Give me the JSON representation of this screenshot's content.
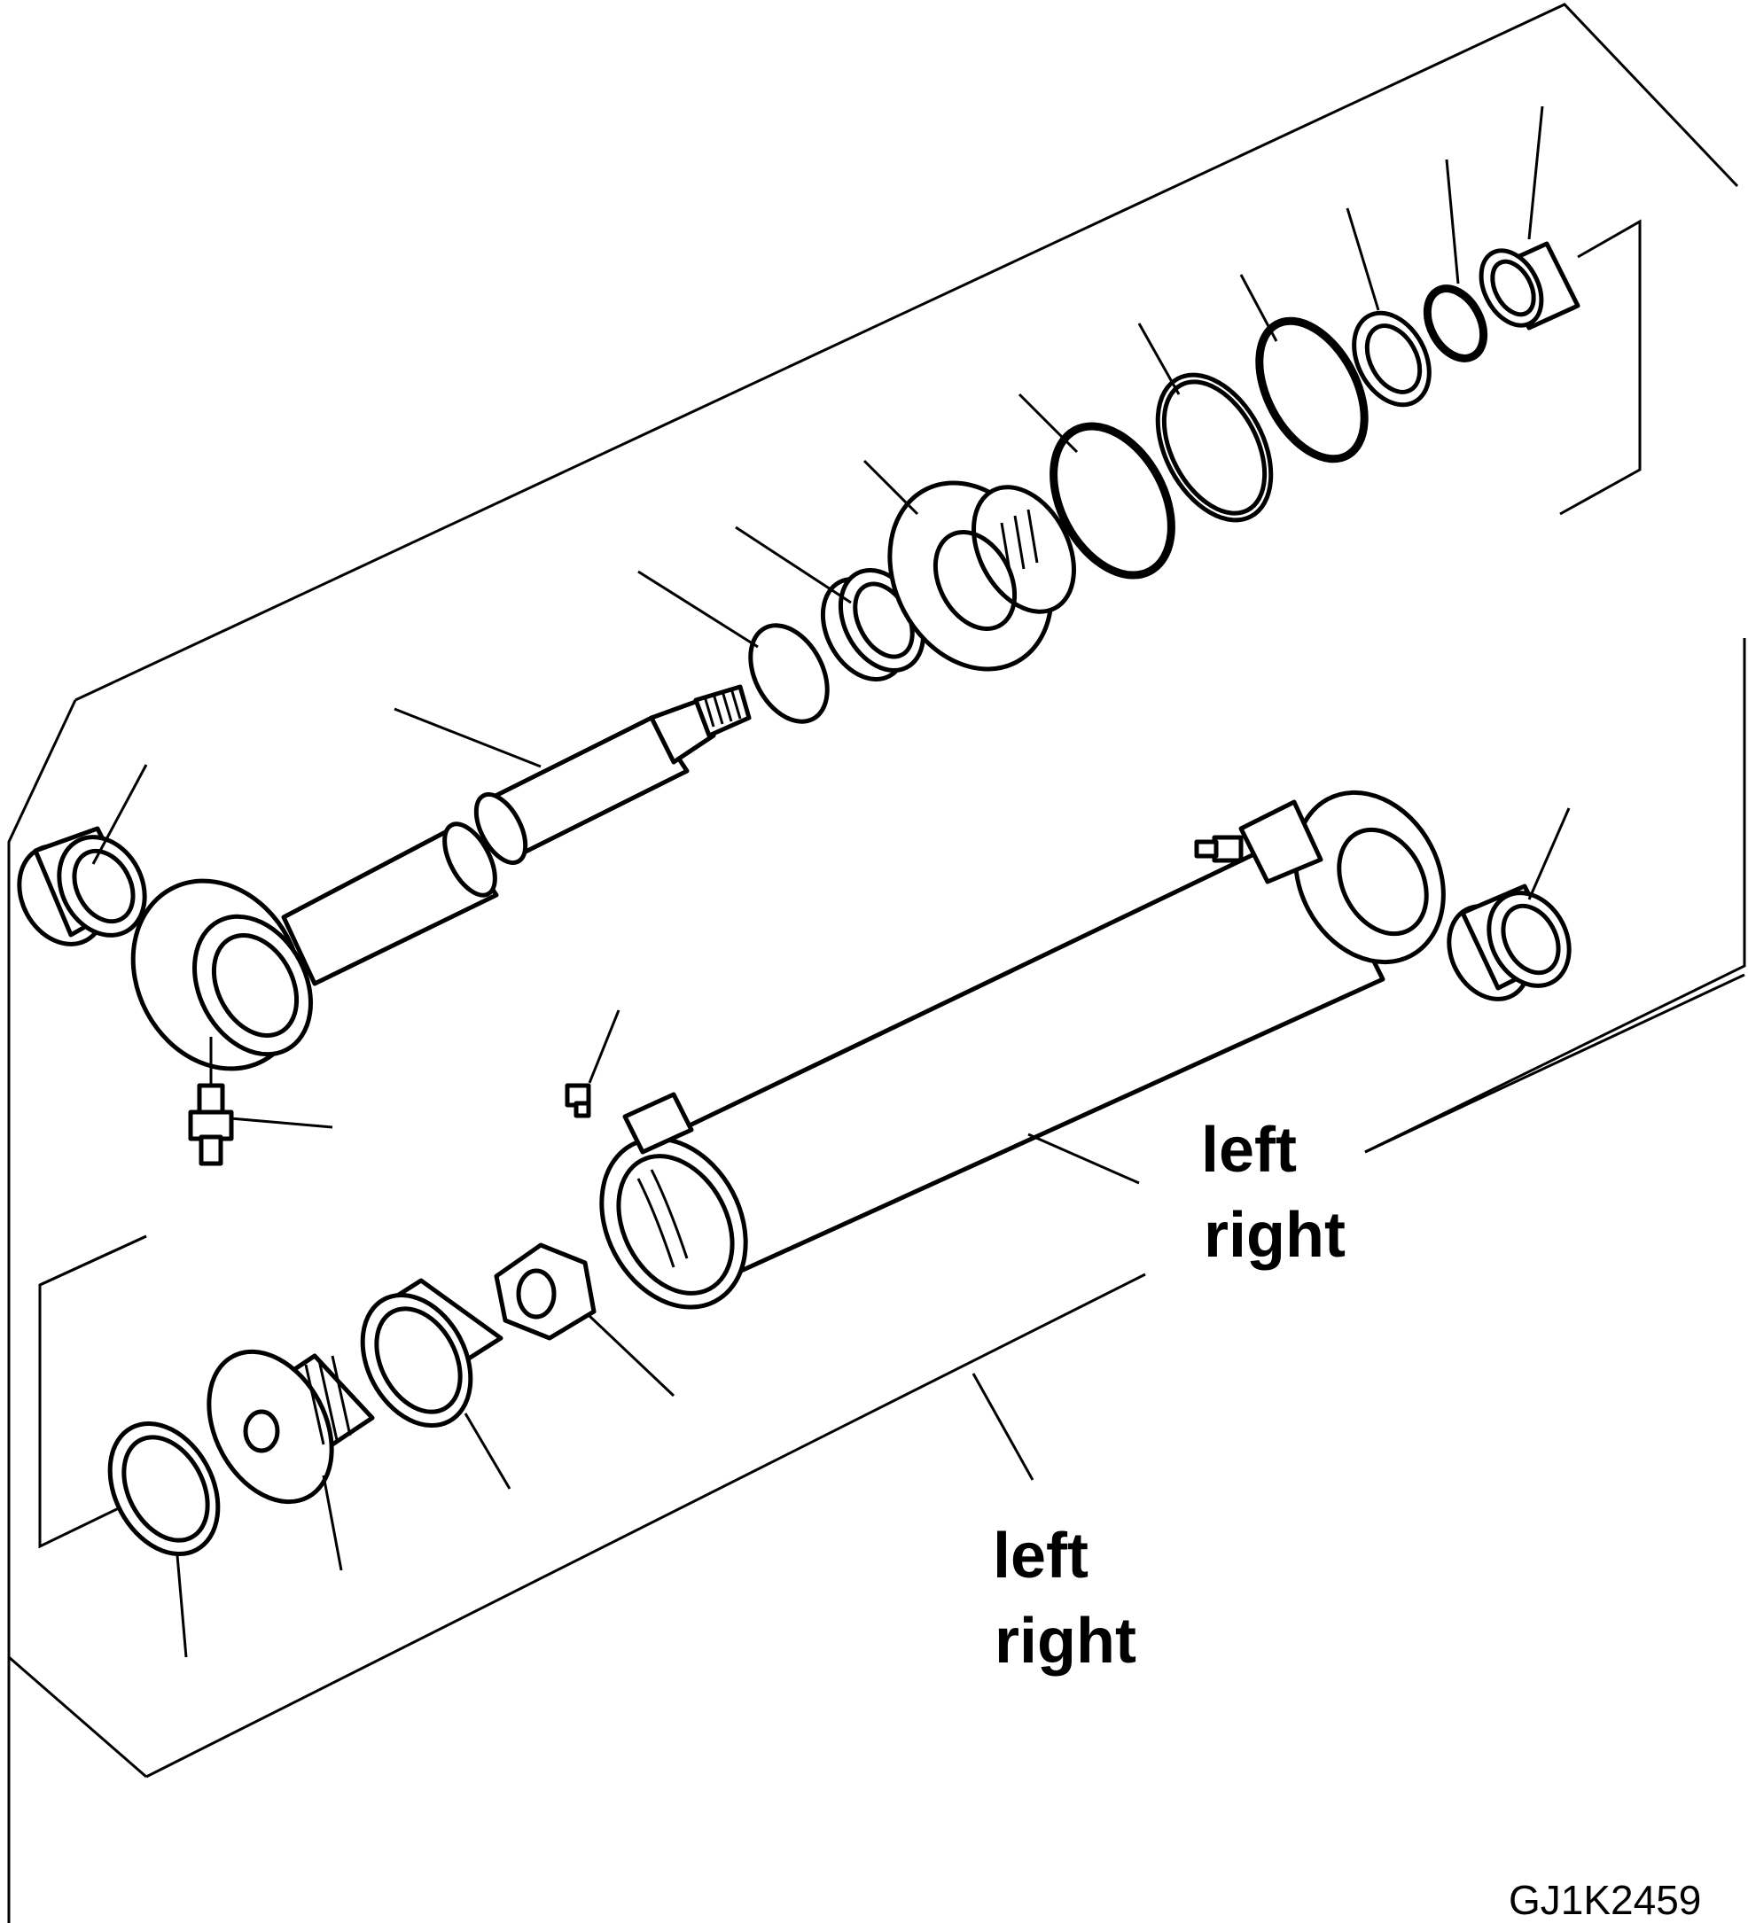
{
  "labels": {
    "tube_side_left": "left",
    "tube_side_right": "right",
    "piston_side_left": "left",
    "piston_side_right": "right"
  },
  "drawing_code": "GJ1K2459"
}
